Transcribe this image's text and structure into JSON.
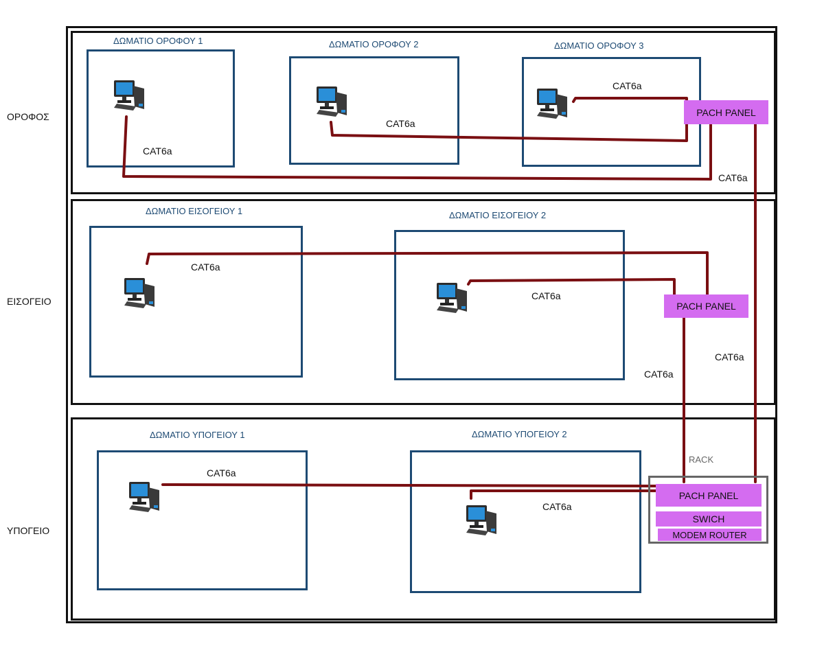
{
  "floors": {
    "upper": {
      "label": "ΟΡΟΦΟΣ"
    },
    "ground": {
      "label": "ΕΙΣΟΓΕΙΟ"
    },
    "basement": {
      "label": "ΥΠΟΓΕΙΟ"
    }
  },
  "rooms": {
    "upper_1": "ΔΩΜΑΤΙΟ ΟΡΟΦΟΥ 1",
    "upper_2": "ΔΩΜΑΤΙΟ ΟΡΟΦΟΥ 2",
    "upper_3": "ΔΩΜΑΤΙΟ ΟΡΟΦΟΥ 3",
    "ground_1": "ΔΩΜΑΤΙΟ ΕΙΣΟΓΕΙΟΥ 1",
    "ground_2": "ΔΩΜΑΤΙΟ ΕΙΣΟΓΕΙΟΥ 2",
    "basement_1": "ΔΩΜΑΤΙΟ ΥΠΟΓΕΙΟΥ 1",
    "basement_2": "ΔΩΜΑΤΙΟ ΥΠΟΓΕΙΟΥ 2"
  },
  "cable_label": "CAT6a",
  "equipment": {
    "patch_panel": "PACH PANEL",
    "switch": "SWICH",
    "modem_router": "MODEM ROUTER",
    "rack": "RACK"
  },
  "colors": {
    "cable": "#7a0f12",
    "room_border": "#1d4a73",
    "panel_fill": "#d46cf0"
  },
  "icons": {
    "computer": "desktop-computer-icon"
  }
}
